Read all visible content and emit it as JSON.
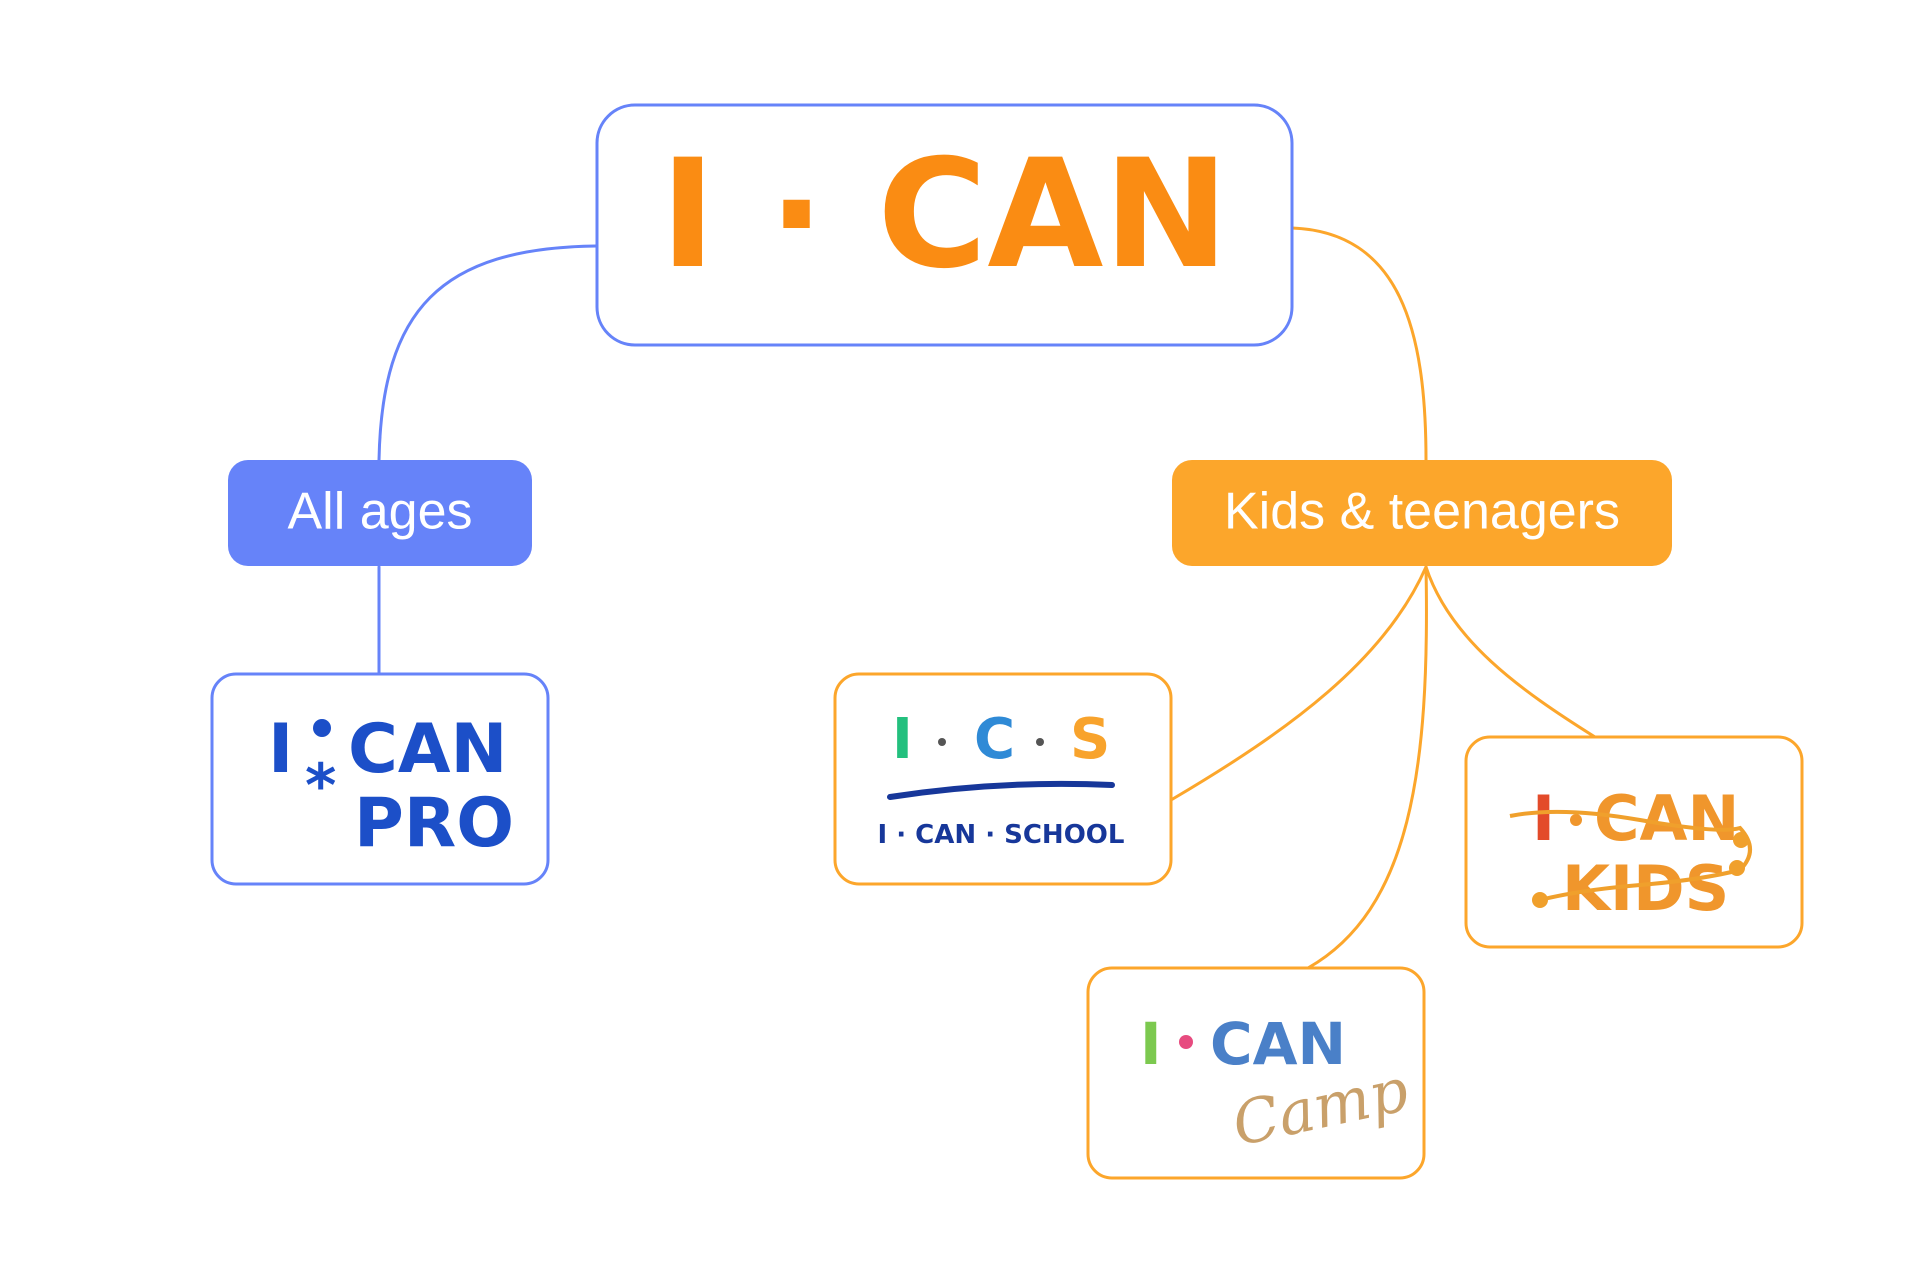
{
  "colors": {
    "blue": "#6683f9",
    "orange": "#fca62b",
    "brand_orange": "#fa8c13",
    "pro_blue": "#1c4fc8",
    "ics_green": "#23c07e",
    "ics_blue": "#2f8ad6",
    "ics_orange": "#f8a32c",
    "ics_navy": "#17379a",
    "camp_green": "#7cc94f",
    "camp_pink": "#e74b7f",
    "camp_blue": "#4a80c8",
    "camp_script": "#c9a06a",
    "kids_red": "#e34b2a",
    "kids_orange": "#f0962c"
  },
  "diagram": {
    "root": {
      "label": "I · CAN"
    },
    "branches": [
      {
        "label": "All ages",
        "color_key": "blue",
        "logos": [
          {
            "name": "I CAN PRO",
            "text": "I·CAN PRO"
          }
        ]
      },
      {
        "label": "Kids & teenagers",
        "color_key": "orange",
        "logos": [
          {
            "name": "I CAN SCHOOL",
            "text": "I·C·S I·CAN·SCHOOL"
          },
          {
            "name": "I CAN KIDS",
            "text": "I·CAN KIDS"
          },
          {
            "name": "I CAN Camp",
            "text": "I·CAN Camp"
          }
        ]
      }
    ]
  }
}
